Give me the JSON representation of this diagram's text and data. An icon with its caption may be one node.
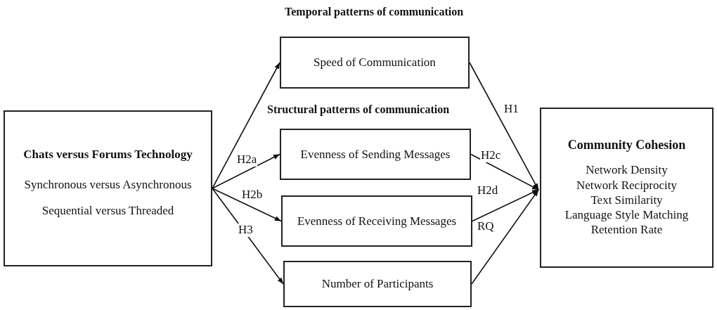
{
  "diagram": {
    "nodes": [
      {
        "text": [
          "Chats versus Forums Technology",
          "Synchronous versus Asynchronous",
          "Sequential versus Threaded"
        ]
      },
      {
        "text": [
          "Speed of Communication"
        ]
      },
      {
        "text": [
          "Evenness of Sending Messages"
        ]
      },
      {
        "text": [
          "Evenness of Receiving Messages"
        ]
      },
      {
        "text": [
          "Number of Participants"
        ]
      },
      {
        "text": [
          "Community Cohesion",
          "Network Density",
          "Network Reciprocity",
          "Text Similarity",
          "Language Style Matching",
          "Retention Rate"
        ]
      }
    ],
    "edges": [
      {
        "from": 0,
        "to": 1,
        "arrow": "to"
      },
      {
        "from": 0,
        "to": 2,
        "arrow": "to",
        "label": "H2a"
      },
      {
        "from": 0,
        "to": 3,
        "arrow": "to",
        "label": "H2b"
      },
      {
        "from": 0,
        "to": 4,
        "arrow": "to",
        "label": "H3"
      },
      {
        "from": 1,
        "to": 5,
        "arrow": "to",
        "label": "H1"
      },
      {
        "from": 2,
        "to": 5,
        "arrow": "to",
        "label": "H2c"
      },
      {
        "from": 3,
        "to": 5,
        "arrow": "to",
        "label": "H2d"
      },
      {
        "from": 4,
        "to": 5,
        "arrow": "to",
        "label": "RQ"
      }
    ],
    "labels": [
      "Temporal patterns of communication",
      "Structural patterns of communication"
    ]
  }
}
